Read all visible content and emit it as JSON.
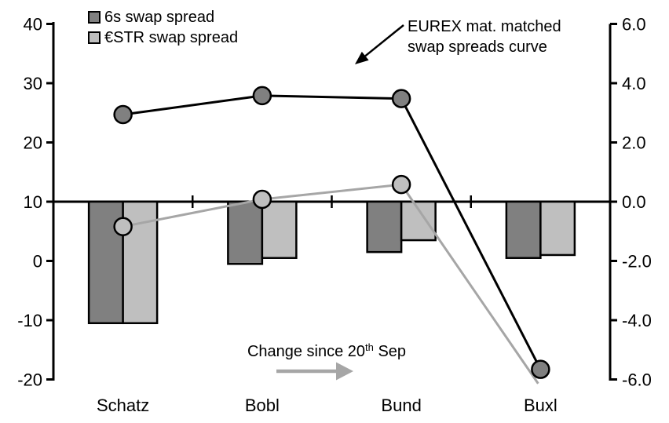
{
  "chart_data": {
    "type": "bar",
    "overlay": "line",
    "title": "",
    "categories": [
      "Schatz",
      "Bobl",
      "Bund",
      "Buxl"
    ],
    "bar_series": [
      {
        "name": "6s swap spread",
        "axis": "right",
        "color": "#808080",
        "values": [
          -4.1,
          -2.1,
          -1.7,
          -1.9
        ]
      },
      {
        "name": "€STR swap spread",
        "axis": "right",
        "color": "#BFBFBF",
        "values": [
          -4.1,
          -1.9,
          -1.3,
          -1.8
        ]
      }
    ],
    "line_series": [
      {
        "name": "6s swap spread curve",
        "axis": "left",
        "line_color": "#000000",
        "marker_color": "#808080",
        "values": [
          24.7,
          27.9,
          27.4,
          -18.3
        ],
        "hide_last_marker": false
      },
      {
        "name": "€STR swap spread curve",
        "axis": "left",
        "line_color": "#A6A6A6",
        "marker_color": "#BFBFBF",
        "values": [
          5.8,
          10.4,
          12.9,
          -20.7
        ],
        "hide_last_marker": true
      }
    ],
    "left_axis": {
      "min": -20,
      "max": 40,
      "step": 10,
      "values": [
        40,
        30,
        20,
        10,
        0,
        -10,
        -20
      ],
      "labels": [
        "40",
        "30",
        "20",
        "10",
        "0",
        "-10",
        "-20"
      ]
    },
    "right_axis": {
      "min": -6,
      "max": 6,
      "step": 2,
      "values": [
        6,
        4,
        2,
        0,
        -2,
        -4,
        -6
      ],
      "labels": [
        "6.0",
        "4.0",
        "2.0",
        "0.0",
        "-2.0",
        "-4.0",
        "-6.0"
      ]
    },
    "baseline_left_value": 10,
    "legend": [
      {
        "label": "6s swap spread",
        "swatch_color": "#808080"
      },
      {
        "label": "€STR swap spread",
        "swatch_color": "#BFBFBF"
      }
    ],
    "annotations": {
      "curve_label_line1": "EUREX mat. matched",
      "curve_label_line2": "swap spreads curve",
      "change_prefix": "Change since 20",
      "change_sup": "th",
      "change_suffix": " Sep"
    },
    "layout_hints": {
      "grid": false,
      "legend_position": "top-left-inside",
      "bars_baseline_right_axis": 0
    },
    "colors": {
      "background": "#FFFFFF",
      "axis": "#000000",
      "text": "#000000",
      "bar_outline": "#000000",
      "gray_arrow": "#A6A6A6",
      "black_arrow": "#000000"
    }
  }
}
